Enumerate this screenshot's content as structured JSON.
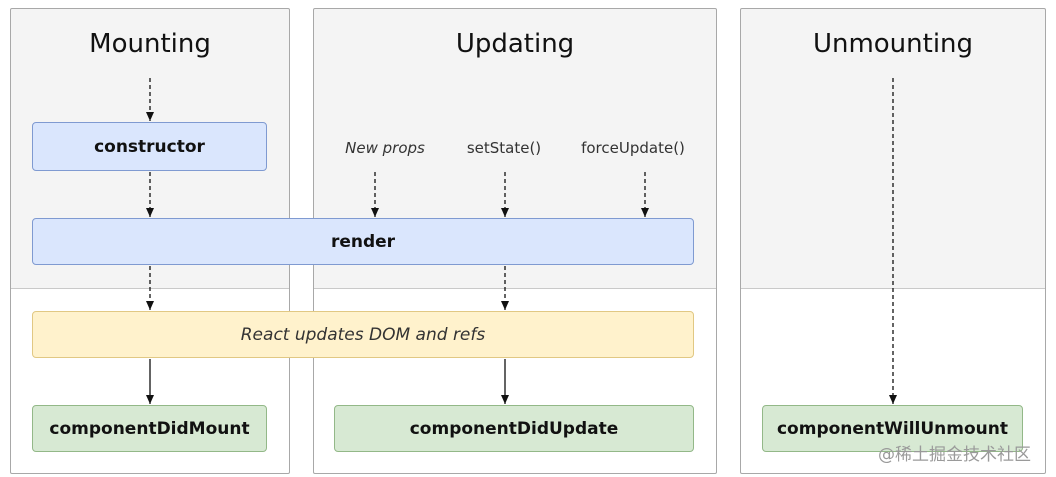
{
  "columns": {
    "mounting": "Mounting",
    "updating": "Updating",
    "unmounting": "Unmounting"
  },
  "triggers": {
    "new_props": "New props",
    "set_state": "setState()",
    "force_update": "forceUpdate()"
  },
  "nodes": {
    "constructor": "constructor",
    "render": "render",
    "react_updates": "React updates DOM and refs",
    "did_mount": "componentDidMount",
    "did_update": "componentDidUpdate",
    "will_unmount": "componentWillUnmount"
  },
  "watermark": "@稀土掘金技术社区",
  "colors": {
    "phase_box": "#dae6fd",
    "commit_box": "#fff2cc",
    "lifecycle_box": "#d7e9d3"
  }
}
